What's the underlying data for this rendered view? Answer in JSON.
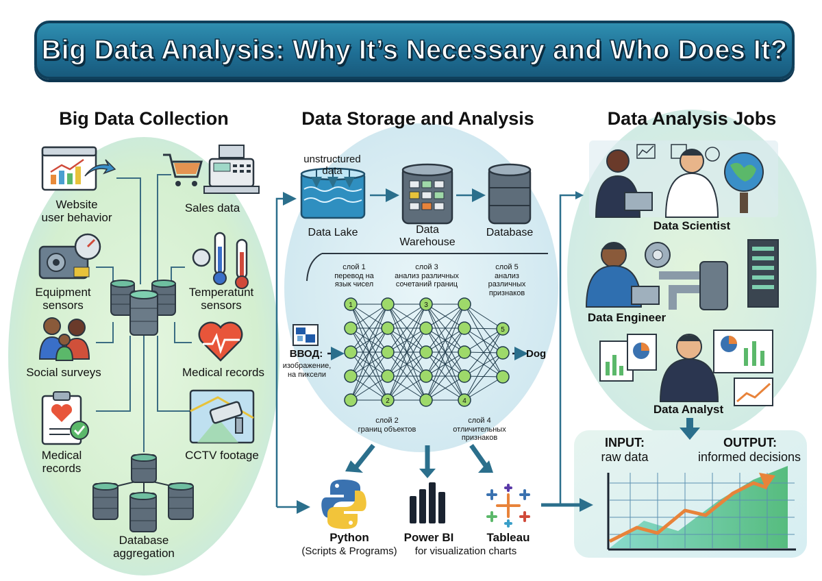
{
  "title": "Big Data Analysis: Why It’s Necessary and Who Does It?",
  "sections": {
    "collection": "Big Data Collection",
    "storage": "Data Storage and Analysis",
    "jobs": "Data Analysis Jobs"
  },
  "collection_items": {
    "website": "Website\nuser behavior",
    "sales": "Sales data",
    "equipment": "Equipment\nsensors",
    "temperature": "Temperatunt\nsensors",
    "social": "Social surveys",
    "medical_right": "Medical records",
    "medical_left": "Medical\nrecords",
    "cctv": "CCTV footage",
    "aggregation": "Database\naggregation"
  },
  "storage": {
    "unstructured": "unstructured\ndata",
    "data_lake": "Data Lake",
    "warehouse": "Data\nWarehouse",
    "database": "Database"
  },
  "network": {
    "layer1": "слой 1\nперевод на\nязык чисел",
    "layer3": "слой 3\nанализ различных\nсочетаний границ",
    "layer5": "слой 5\nанализ\nразличных\nпризнаков",
    "layer2": "слой 2\nграниц объектов",
    "layer4": "слой 4\nотличительных признаков",
    "input_title": "ВВОД:",
    "input_desc": "изображение,\nна пиксели",
    "output": "Dog",
    "node_numbers": [
      "1",
      "2",
      "3",
      "4",
      "5"
    ]
  },
  "tools": {
    "python": "Python",
    "python_sub": "(Scripts & Programs)",
    "powerbi": "Power BI",
    "powerbi_sub": "for visualization charts",
    "tableau": "Tableau"
  },
  "jobs": {
    "scientist": "Data Scientist",
    "engineer": "Data Engineer",
    "analyst": "Data Analyst"
  },
  "result": {
    "input_title": "INPUT:",
    "input_text": "raw data",
    "output_title": "OUTPUT:",
    "output_text": "informed decisions"
  },
  "colors": {
    "banner": "#1f6f95",
    "green_area": "#cfeec6",
    "blue_area": "#cde7f2",
    "line": "#2b5f78",
    "accent": "#1a7aa0"
  }
}
